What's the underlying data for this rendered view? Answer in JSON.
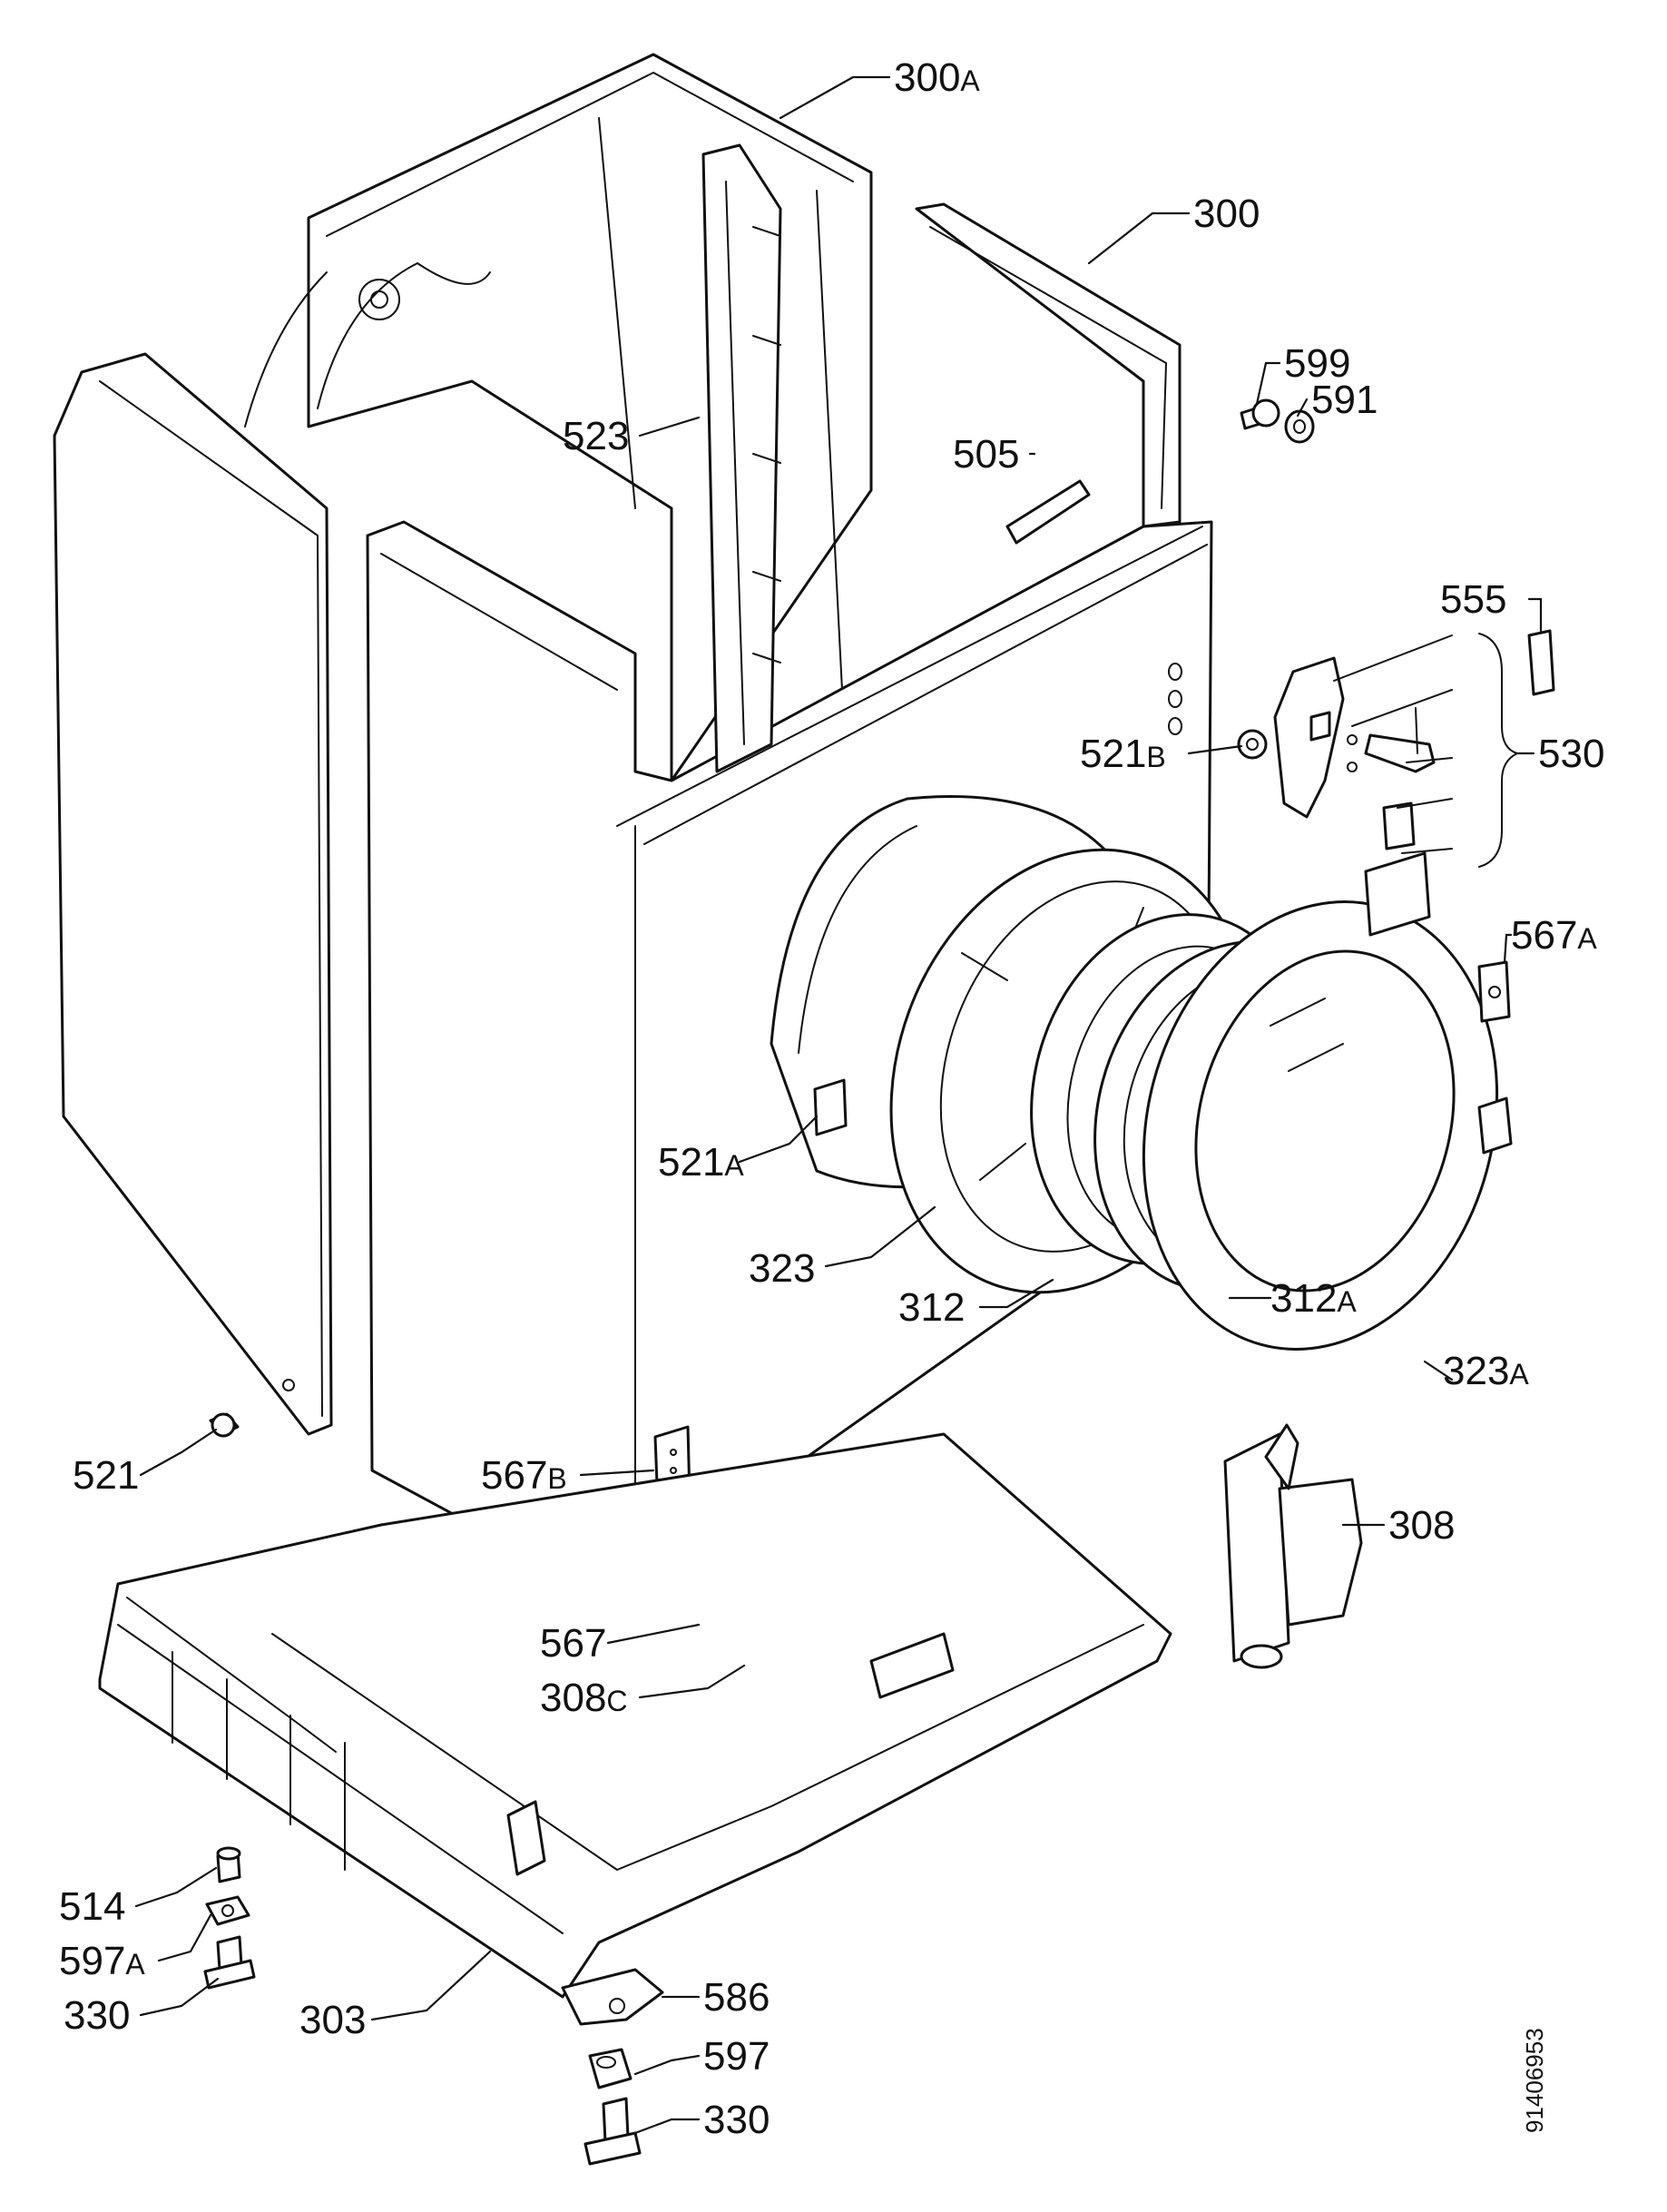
{
  "document_number": "91406953",
  "callouts": [
    {
      "id": "c300a",
      "num": "300",
      "suffix": "A"
    },
    {
      "id": "c300",
      "num": "300",
      "suffix": ""
    },
    {
      "id": "c599",
      "num": "599",
      "suffix": ""
    },
    {
      "id": "c591",
      "num": "591",
      "suffix": ""
    },
    {
      "id": "c523",
      "num": "523",
      "suffix": ""
    },
    {
      "id": "c505",
      "num": "505",
      "suffix": ""
    },
    {
      "id": "c555",
      "num": "555",
      "suffix": ""
    },
    {
      "id": "c530",
      "num": "530",
      "suffix": ""
    },
    {
      "id": "c521b",
      "num": "521",
      "suffix": "B"
    },
    {
      "id": "c567a",
      "num": "567",
      "suffix": "A"
    },
    {
      "id": "c521a",
      "num": "521",
      "suffix": "A"
    },
    {
      "id": "c323",
      "num": "323",
      "suffix": ""
    },
    {
      "id": "c312",
      "num": "312",
      "suffix": ""
    },
    {
      "id": "c312a",
      "num": "312",
      "suffix": "A"
    },
    {
      "id": "c323a",
      "num": "323",
      "suffix": "A"
    },
    {
      "id": "c521",
      "num": "521",
      "suffix": ""
    },
    {
      "id": "c567b",
      "num": "567",
      "suffix": "B"
    },
    {
      "id": "c308",
      "num": "308",
      "suffix": ""
    },
    {
      "id": "c567",
      "num": "567",
      "suffix": ""
    },
    {
      "id": "c308c",
      "num": "308",
      "suffix": "C"
    },
    {
      "id": "c514",
      "num": "514",
      "suffix": ""
    },
    {
      "id": "c597a",
      "num": "597",
      "suffix": "A"
    },
    {
      "id": "c330a",
      "num": "330",
      "suffix": ""
    },
    {
      "id": "c303",
      "num": "303",
      "suffix": ""
    },
    {
      "id": "c586",
      "num": "586",
      "suffix": ""
    },
    {
      "id": "c597",
      "num": "597",
      "suffix": ""
    },
    {
      "id": "c330b",
      "num": "330",
      "suffix": ""
    }
  ]
}
